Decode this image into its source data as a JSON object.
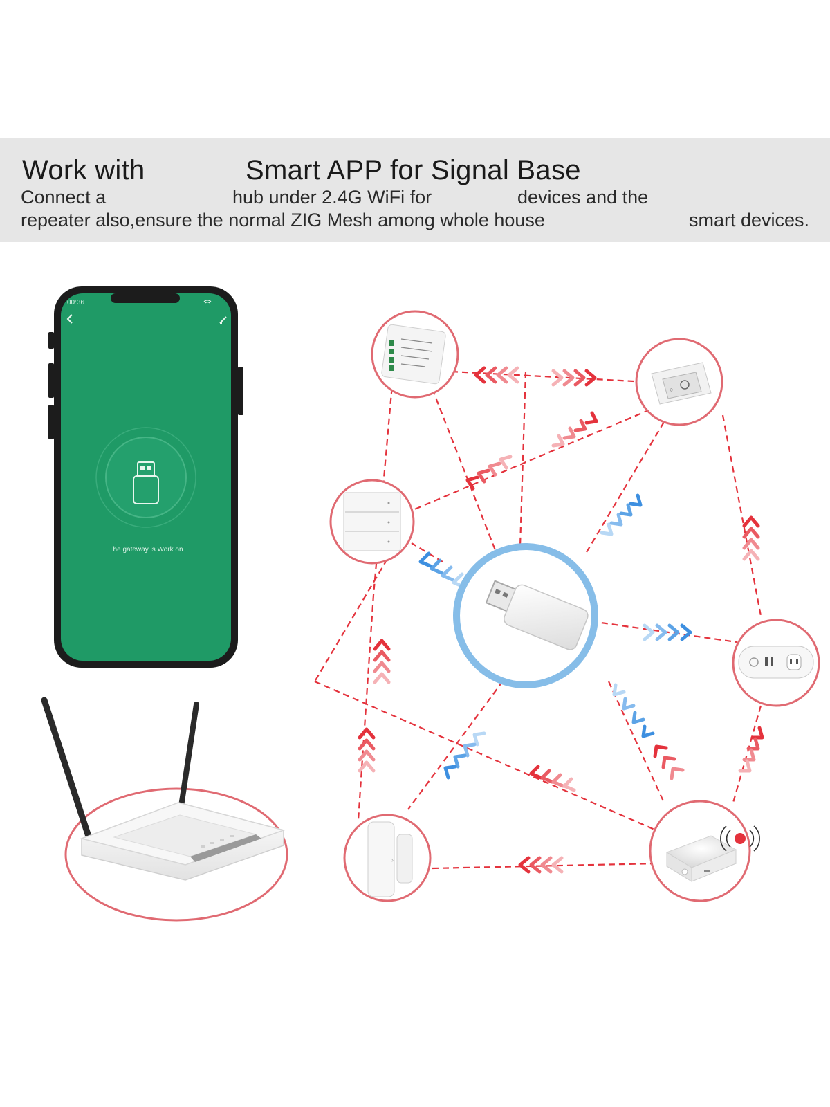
{
  "banner": {
    "title_part1": "Work with",
    "title_part2": "Smart APP for Signal Base",
    "desc_line1_a": "Connect a",
    "desc_line1_b": "hub under 2.4G WiFi for",
    "desc_line1_c": "devices and the",
    "desc_line2_a": "repeater also,ensure the normal ZIG Mesh among whole house",
    "desc_line2_b": "smart devices."
  },
  "phone": {
    "time": "00:36",
    "status_text": "The gateway is Work on",
    "screen_color": "#1f9a66"
  },
  "colors": {
    "mesh_red": "#e4323c",
    "arrow_blue": "#3d8fe0",
    "circle_pink": "#e06a72",
    "banner_bg": "#e6e6e6"
  },
  "icons": {
    "back": "chevron-left-icon",
    "edit": "pencil-icon",
    "wifi": "wifi-icon",
    "usb": "usb-dongle-icon"
  }
}
